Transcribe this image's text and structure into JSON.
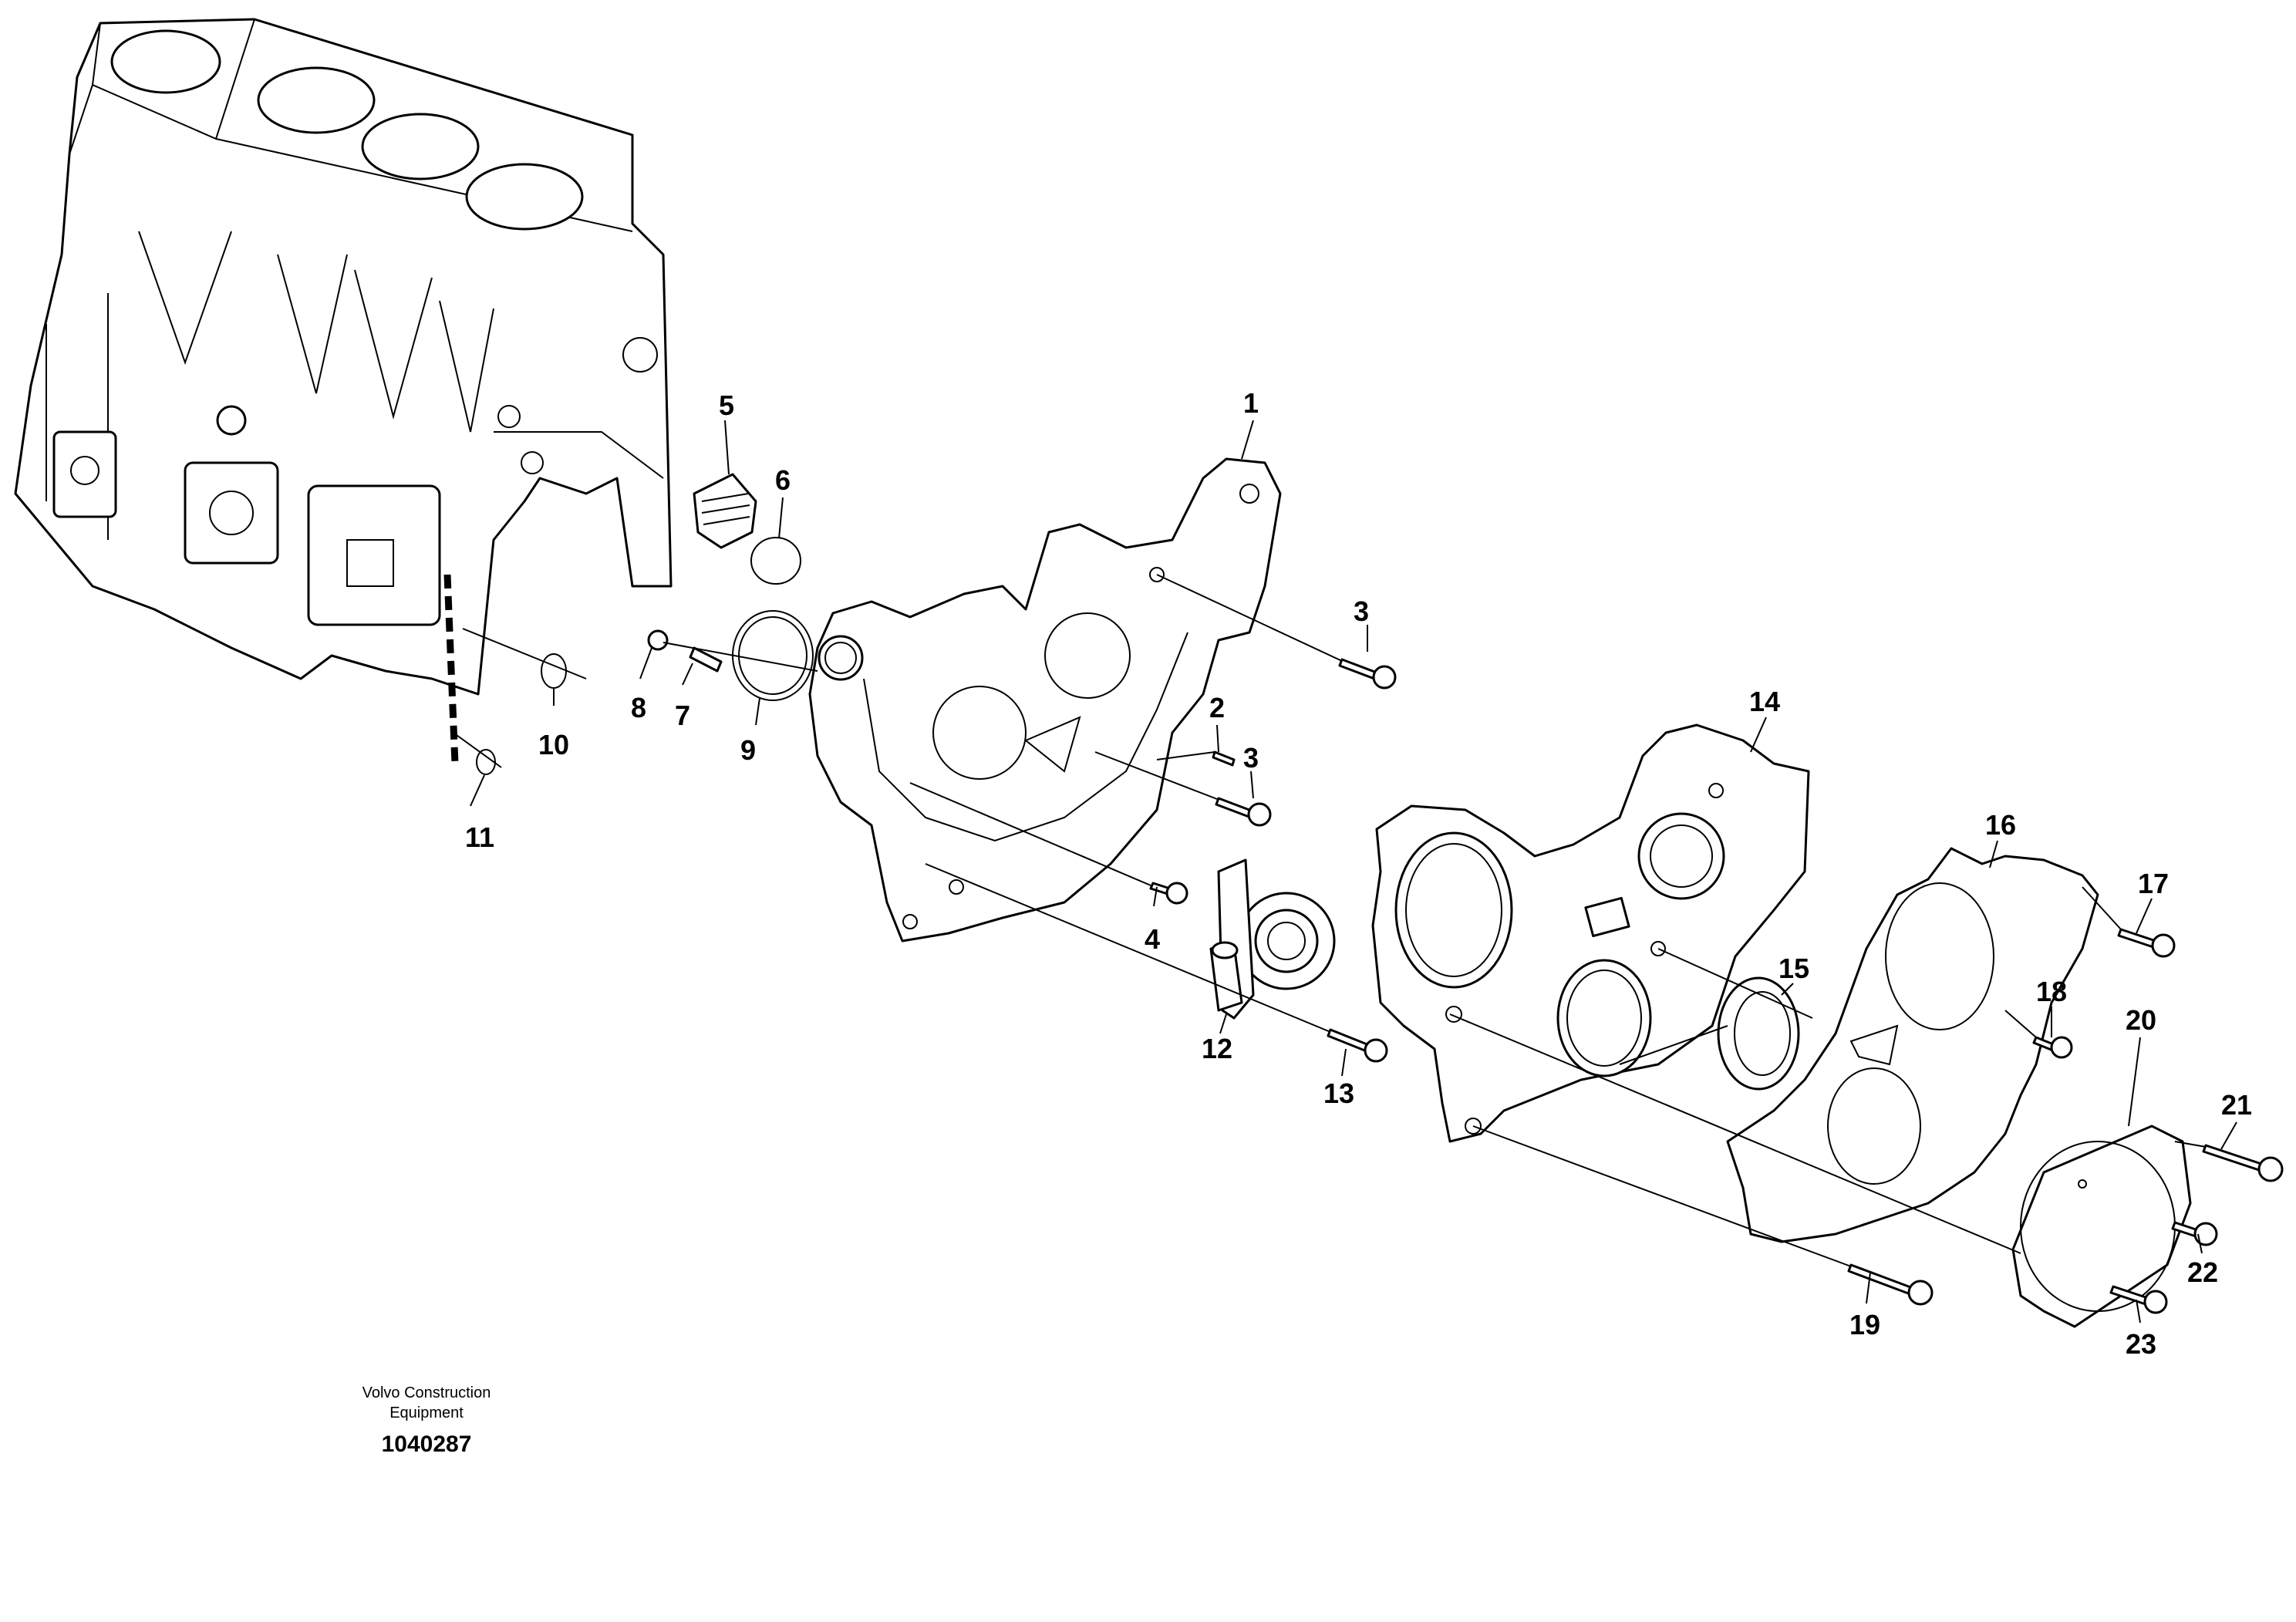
{
  "diagram": {
    "callouts": [
      "1",
      "2",
      "3",
      "3",
      "4",
      "5",
      "6",
      "7",
      "8",
      "9",
      "10",
      "11",
      "12",
      "13",
      "14",
      "15",
      "16",
      "17",
      "18",
      "19",
      "20",
      "21",
      "22",
      "23"
    ]
  },
  "footer": {
    "brand_line1": "Volvo Construction",
    "brand_line2": "Equipment",
    "drawing_number": "1040287"
  },
  "colors": {
    "line": "#000000",
    "background": "#ffffff"
  }
}
